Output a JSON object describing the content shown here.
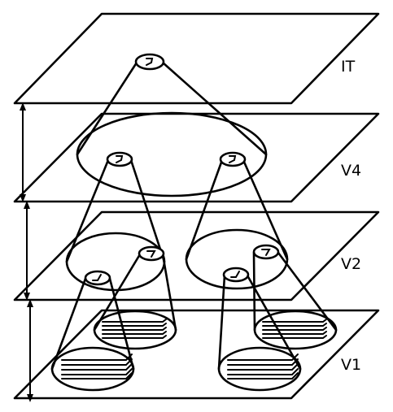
{
  "layers": [
    {
      "id": "it",
      "label": "IT"
    },
    {
      "id": "v4",
      "label": "V4"
    },
    {
      "id": "v2",
      "label": "V2"
    },
    {
      "id": "v1",
      "label": "V1"
    }
  ],
  "colors": {
    "stroke": "#000000",
    "background": "#ffffff"
  },
  "icons": [
    "double-arrow-icon",
    "receptive-field-icon",
    "oriented-bars-icon",
    "curve-feature-icon"
  ]
}
